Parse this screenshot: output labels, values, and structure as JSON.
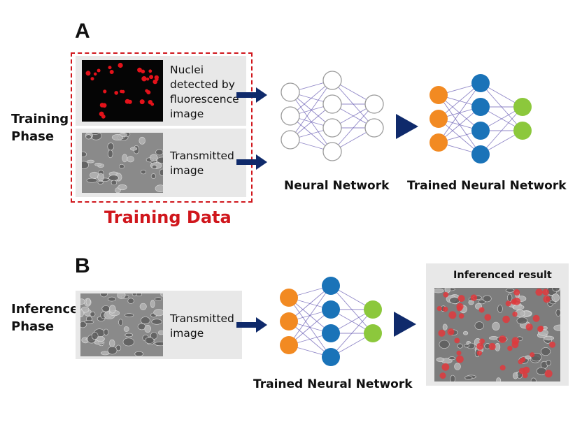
{
  "panel_a": {
    "letter": "A",
    "phase": [
      "Training",
      "Phase"
    ],
    "fluorescence_label": [
      "Nuclei",
      "detected by",
      "fluorescence",
      "image"
    ],
    "transmitted_label": [
      "Transmitted",
      "image"
    ],
    "training_data_label": "Training Data",
    "neural_network_label": "Neural Network",
    "trained_network_label": "Trained Neural Network"
  },
  "panel_b": {
    "letter": "B",
    "phase": [
      "Inference",
      "Phase"
    ],
    "transmitted_label": [
      "Transmitted",
      "image"
    ],
    "trained_network_label": "Trained Neural Network",
    "result_label": "Inferenced result"
  },
  "colors": {
    "accent_red": "#d0161c",
    "arrow_navy": "#0f2a6b",
    "node_orange": "#f28a22",
    "node_blue": "#1a73b8",
    "node_green": "#8cc83c",
    "edge_purple": "#6b5fb5"
  }
}
